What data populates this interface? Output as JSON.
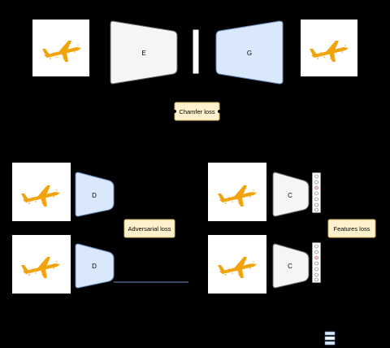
{
  "encoder": {
    "label": "E"
  },
  "generator": {
    "label": "G"
  },
  "chamfer": {
    "label": "Chamfer loss"
  },
  "discriminator_top": {
    "label": "D"
  },
  "discriminator_bottom": {
    "label": "D"
  },
  "classifier_top": {
    "label": "C"
  },
  "classifier_bottom": {
    "label": "C"
  },
  "adversarial": {
    "label": "Adversarial loss"
  },
  "features": {
    "label": "Features loss"
  },
  "colors": {
    "background": "#000000",
    "gray_block_fill": "#f5f5f5",
    "gray_block_stroke": "#666666",
    "blue_block_fill": "#dae8fc",
    "blue_block_stroke": "#6c8ebf",
    "loss_fill": "#fff2cc",
    "loss_stroke": "#d6b656",
    "airplane": "#f0a30a",
    "feature_dot": "#f8cecc",
    "feature_dot_stroke": "#b85450"
  }
}
